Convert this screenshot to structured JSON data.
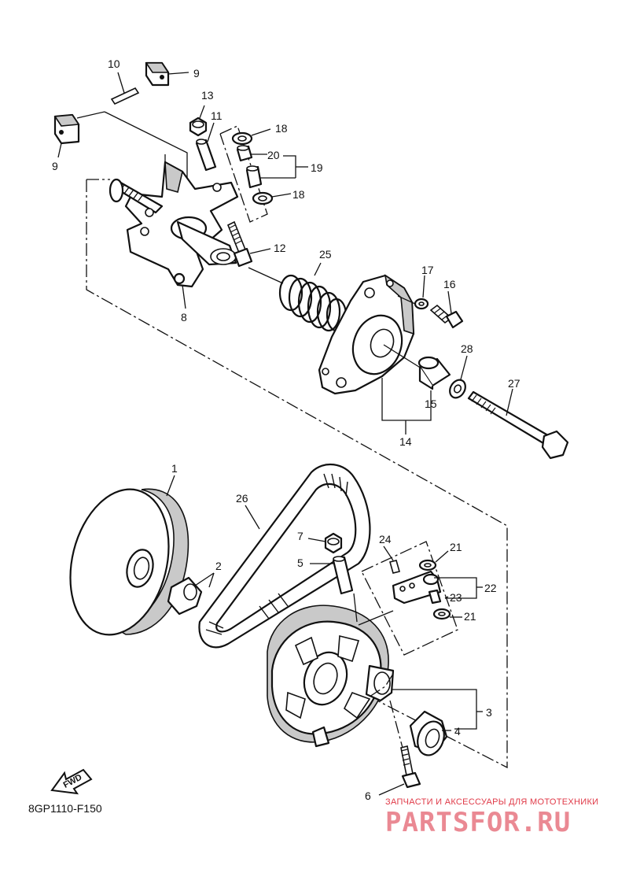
{
  "diagram": {
    "code": "8GP1110-F150",
    "fwd_label": "FWD",
    "callouts": [
      {
        "id": "c1",
        "text": "1"
      },
      {
        "id": "c2",
        "text": "2"
      },
      {
        "id": "c3",
        "text": "3"
      },
      {
        "id": "c4",
        "text": "4"
      },
      {
        "id": "c5",
        "text": "5"
      },
      {
        "id": "c6",
        "text": "6"
      },
      {
        "id": "c7",
        "text": "7"
      },
      {
        "id": "c8",
        "text": "8"
      },
      {
        "id": "c9a",
        "text": "9"
      },
      {
        "id": "c9b",
        "text": "9"
      },
      {
        "id": "c10",
        "text": "10"
      },
      {
        "id": "c11",
        "text": "11"
      },
      {
        "id": "c12",
        "text": "12"
      },
      {
        "id": "c13",
        "text": "13"
      },
      {
        "id": "c14",
        "text": "14"
      },
      {
        "id": "c15",
        "text": "15"
      },
      {
        "id": "c16",
        "text": "16"
      },
      {
        "id": "c17",
        "text": "17"
      },
      {
        "id": "c18a",
        "text": "18"
      },
      {
        "id": "c18b",
        "text": "18"
      },
      {
        "id": "c19",
        "text": "19"
      },
      {
        "id": "c20",
        "text": "20"
      },
      {
        "id": "c21a",
        "text": "21"
      },
      {
        "id": "c21b",
        "text": "21"
      },
      {
        "id": "c22",
        "text": "22"
      },
      {
        "id": "c23",
        "text": "23"
      },
      {
        "id": "c24",
        "text": "24"
      },
      {
        "id": "c25",
        "text": "25"
      },
      {
        "id": "c26",
        "text": "26"
      },
      {
        "id": "c27",
        "text": "27"
      },
      {
        "id": "c28",
        "text": "28"
      }
    ]
  },
  "watermark": {
    "caption": "ЗАПЧАСТИ И АКСЕССУАРЫ ДЛЯ МОТОТЕХНИКИ",
    "logo": "PARTSFOR.RU"
  }
}
